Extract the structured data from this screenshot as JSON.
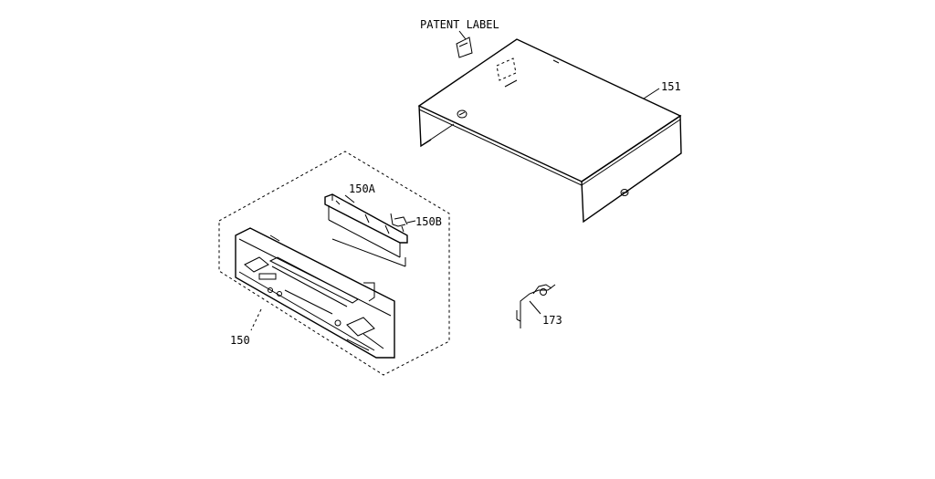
{
  "labels": {
    "patent_label": "PATENT LABEL",
    "cover": "151",
    "front_panel": "150",
    "part_150a": "150A",
    "part_150b": "150B",
    "part_173": "173"
  }
}
